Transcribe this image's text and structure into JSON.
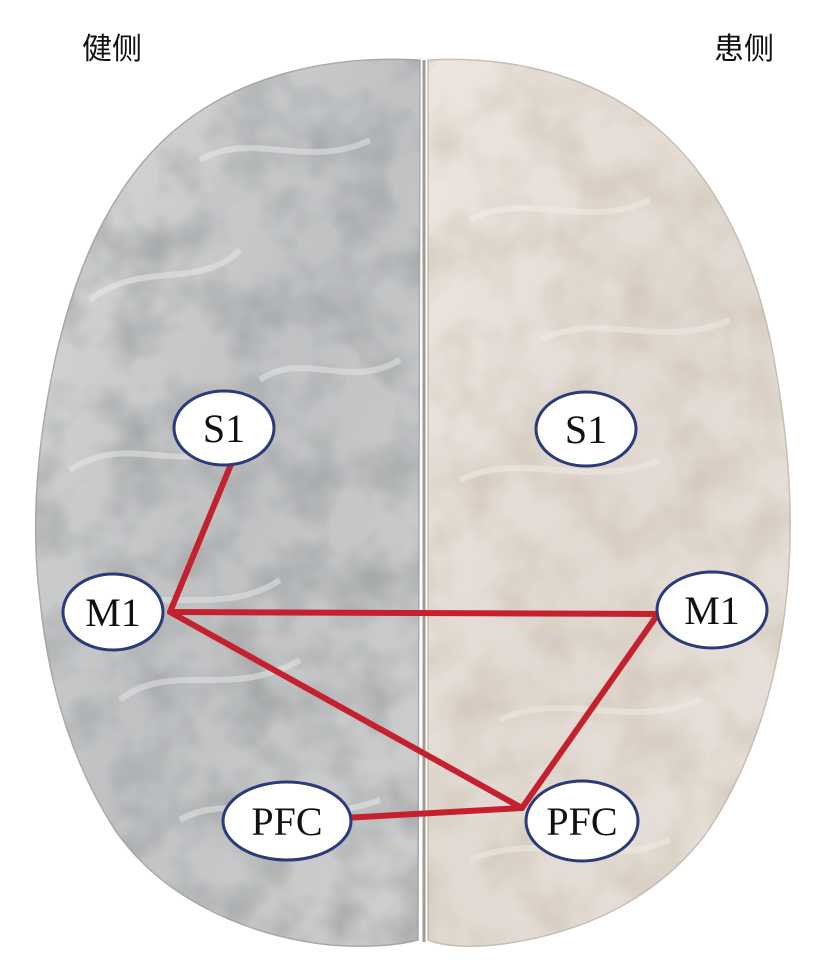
{
  "labels": {
    "left_hemisphere": "健侧",
    "right_hemisphere": "患侧"
  },
  "colors": {
    "left_hemisphere": "#c7c9cb",
    "right_hemisphere": "#e6dfd8",
    "connection": "#c4202e",
    "node_border": "#2b3a78"
  },
  "nodes": [
    {
      "id": "s1-left",
      "label": "S1",
      "side": "left"
    },
    {
      "id": "m1-left",
      "label": "M1",
      "side": "left"
    },
    {
      "id": "pfc-left",
      "label": "PFC",
      "side": "left"
    },
    {
      "id": "s1-right",
      "label": "S1",
      "side": "right"
    },
    {
      "id": "m1-right",
      "label": "M1",
      "side": "right"
    },
    {
      "id": "pfc-right",
      "label": "PFC",
      "side": "right"
    }
  ],
  "connections": [
    [
      "s1-left",
      "m1-left"
    ],
    [
      "m1-left",
      "m1-right"
    ],
    [
      "m1-left",
      "pfc-right"
    ],
    [
      "m1-right",
      "pfc-right"
    ],
    [
      "pfc-left",
      "pfc-right"
    ]
  ]
}
